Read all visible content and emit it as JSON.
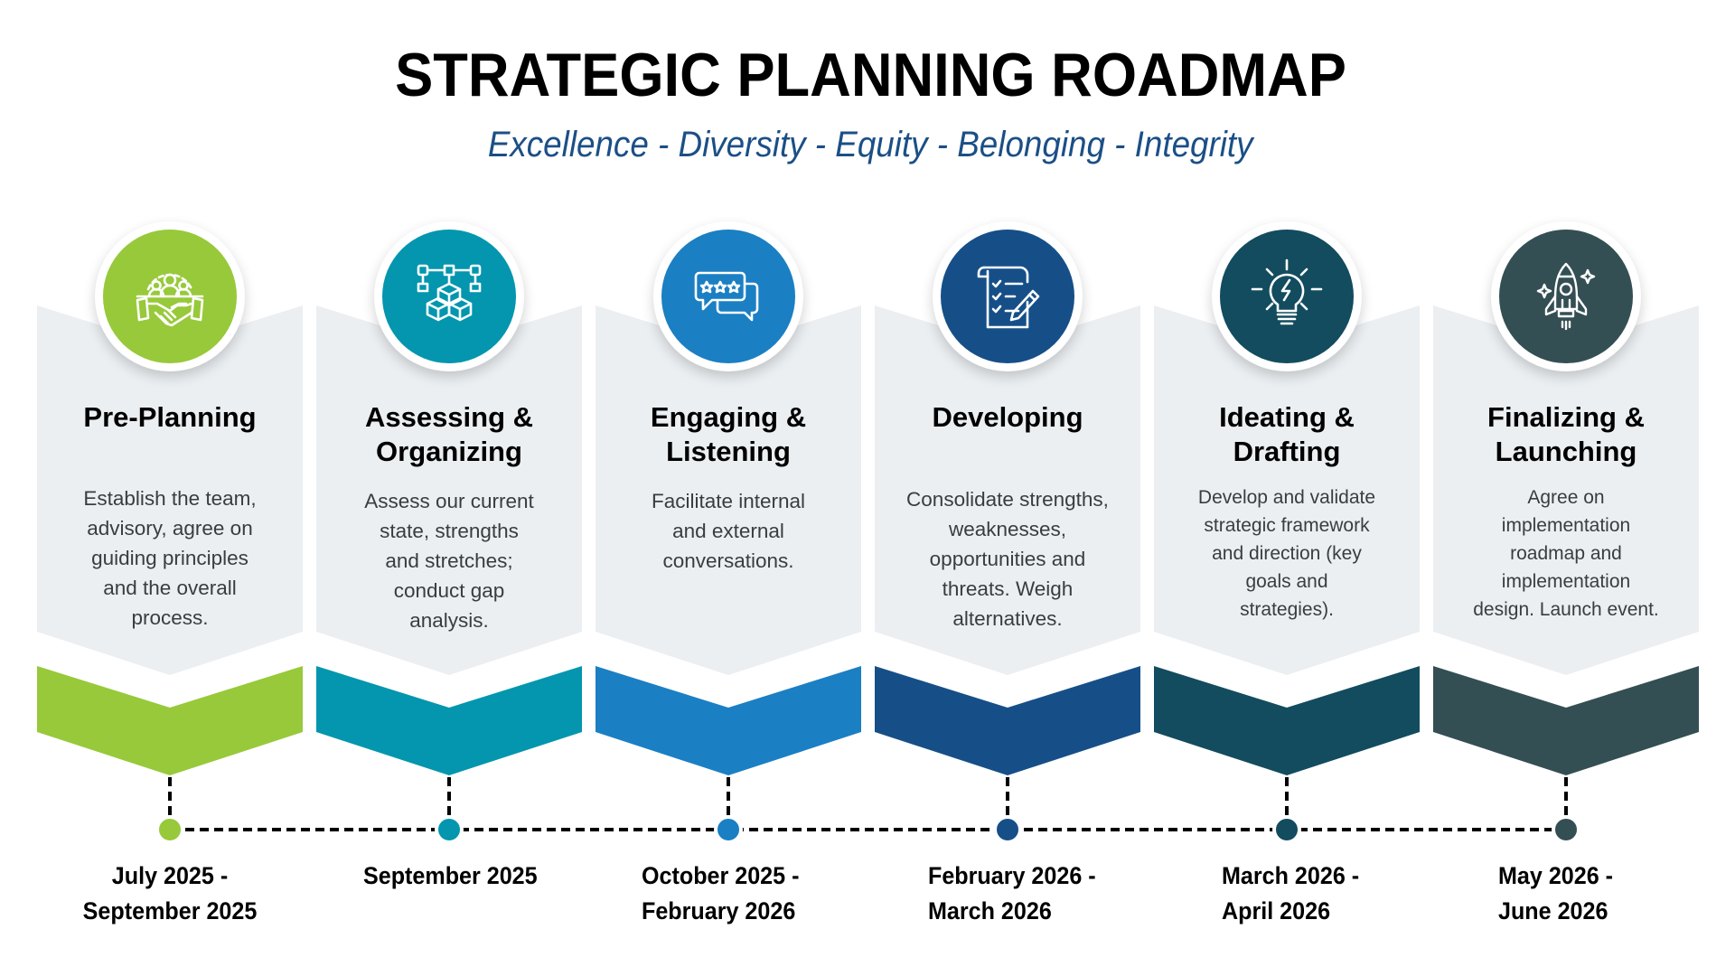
{
  "header": {
    "title": "STRATEGIC PLANNING ROADMAP",
    "subtitle": "Excellence - Diversity - Equity - Belonging - Integrity"
  },
  "colors": {
    "card_bg": "#ebeff2",
    "timeline_line": "#000000"
  },
  "stages": [
    {
      "title_line1": "Pre-Planning",
      "title_line2": "",
      "description": "Establish the team, advisory, agree on guiding principles and the overall process.",
      "desc_lines": [
        "Establish the team,",
        "advisory, agree on",
        "guiding principles",
        "and the overall",
        "process."
      ],
      "date_line1": "July 2025 -",
      "date_line2": "September 2025",
      "icon": "team-handshake-icon",
      "color": "#97c93a"
    },
    {
      "title_line1": "Assessing &",
      "title_line2": "Organizing",
      "description": "Assess our current state, strengths and stretches; conduct gap analysis.",
      "desc_lines": [
        "Assess our current",
        "state, strengths",
        "and stretches;",
        "conduct gap",
        "analysis."
      ],
      "date_line1": "September 2025",
      "date_line2": "",
      "icon": "cubes-network-icon",
      "color": "#0396ae"
    },
    {
      "title_line1": "Engaging &",
      "title_line2": "Listening",
      "description": "Facilitate internal and external conversations.",
      "desc_lines": [
        "Facilitate internal",
        "and external",
        "conversations."
      ],
      "date_line1": "October 2025 -",
      "date_line2": "February 2026",
      "icon": "chat-rating-icon",
      "color": "#1b7fc3"
    },
    {
      "title_line1": "Developing",
      "title_line2": "",
      "description": "Consolidate strengths, weaknesses, opportunities and threats. Weigh alternatives.",
      "desc_lines": [
        "Consolidate strengths,",
        "weaknesses,",
        "opportunities and",
        "threats. Weigh",
        "alternatives."
      ],
      "date_line1": "February 2026 -",
      "date_line2": "March 2026",
      "icon": "checklist-pencil-icon",
      "color": "#164f88"
    },
    {
      "title_line1": "Ideating &",
      "title_line2": "Drafting",
      "description": "Develop and validate strategic framework and direction (key goals and strategies).",
      "desc_lines": [
        "Develop and validate",
        "strategic framework",
        "and direction (key",
        "goals and",
        "strategies)."
      ],
      "date_line1": "March 2026 -",
      "date_line2": "April 2026",
      "icon": "lightbulb-icon",
      "color": "#124c5e"
    },
    {
      "title_line1": "Finalizing &",
      "title_line2": "Launching",
      "description": "Agree on implementation roadmap and implementation design. Launch event.",
      "desc_lines": [
        "Agree on",
        "implementation",
        "roadmap and",
        "implementation",
        "design. Launch event."
      ],
      "date_line1": "May 2026 -",
      "date_line2": "June 2026",
      "icon": "rocket-icon",
      "color": "#344f53"
    }
  ]
}
